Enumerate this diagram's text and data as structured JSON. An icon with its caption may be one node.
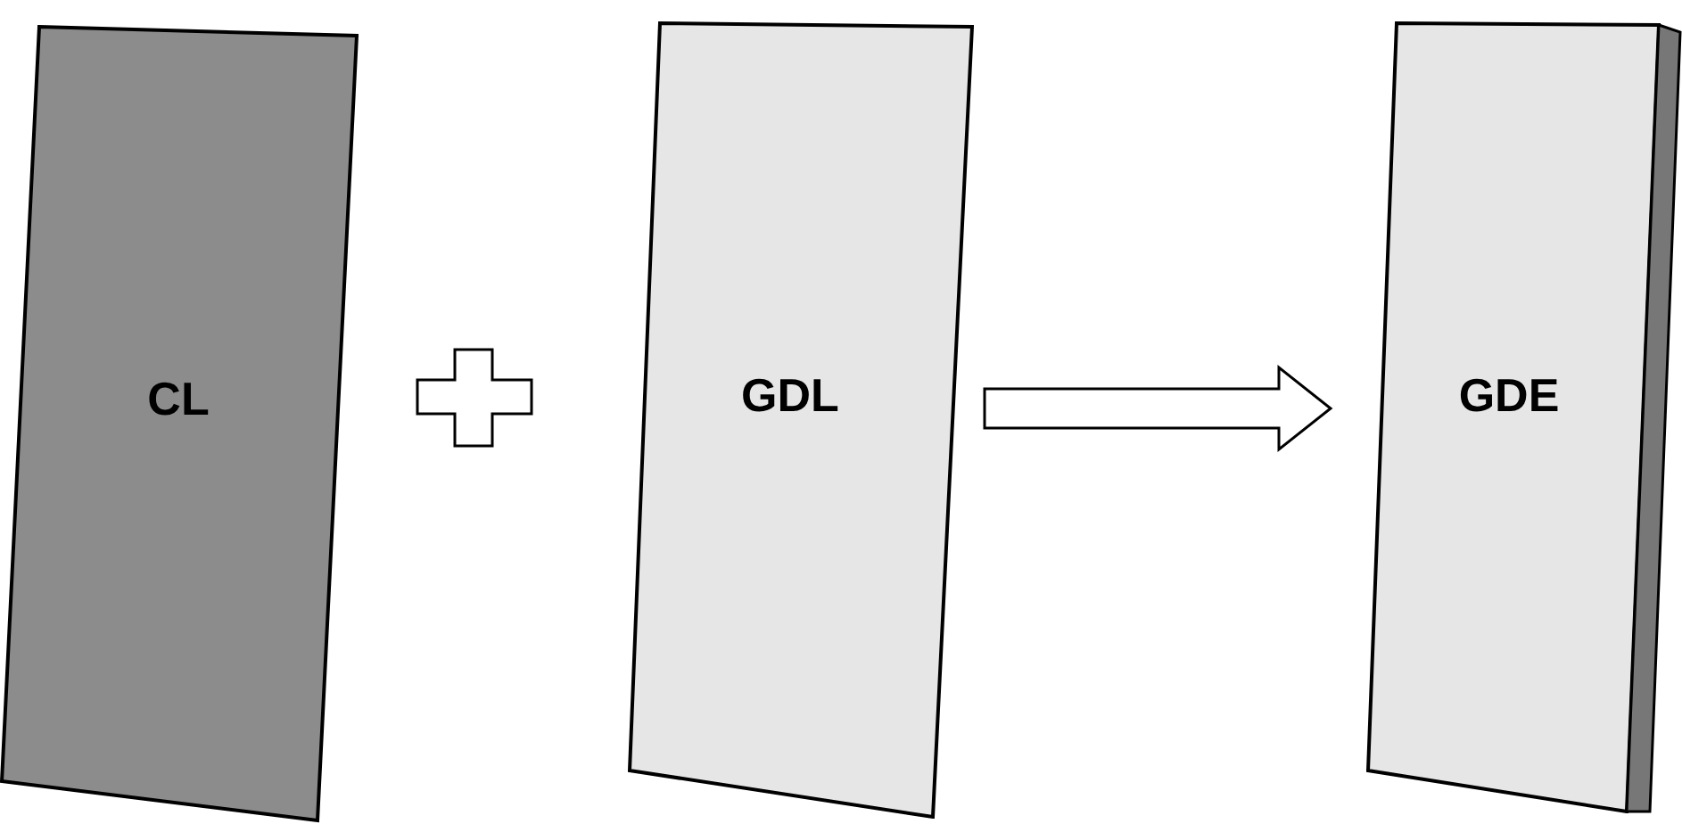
{
  "diagram": {
    "nodes": [
      {
        "text": [
          "CL"
        ]
      },
      {
        "text": [
          "GDL"
        ]
      },
      {
        "text": [
          "GDE"
        ]
      }
    ],
    "edges": [
      {
        "from": 1,
        "to": 2,
        "arrow": "to"
      }
    ]
  }
}
